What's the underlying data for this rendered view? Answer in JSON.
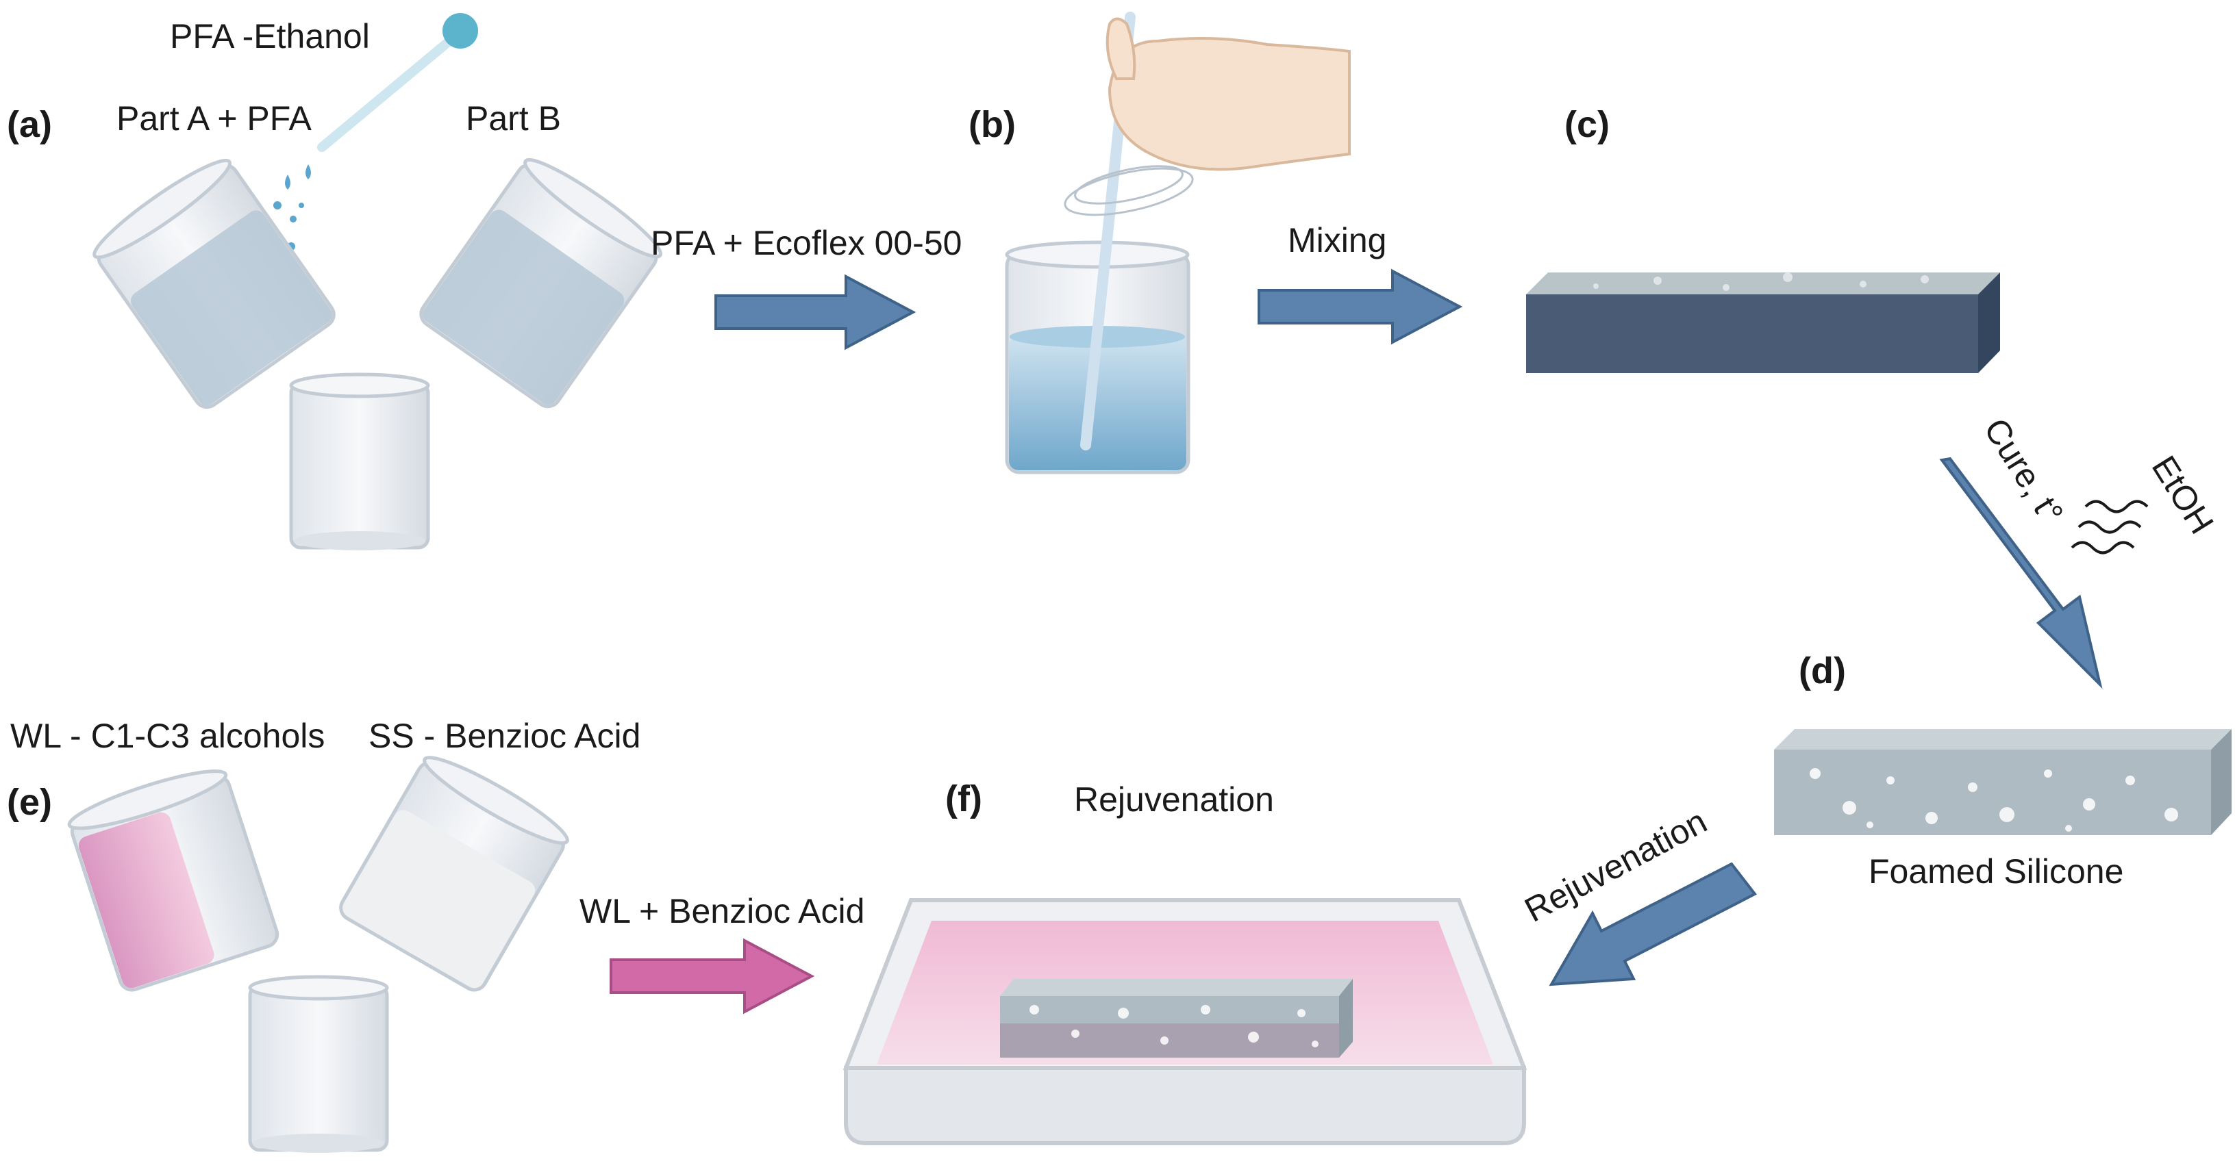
{
  "steps": {
    "a": "(a)",
    "b": "(b)",
    "c": "(c)",
    "d": "(d)",
    "e": "(e)",
    "f": "(f)"
  },
  "labels": {
    "pfa_ethanol": "PFA -Ethanol",
    "part_a_pfa": "Part A + PFA",
    "part_b": "Part B",
    "pfa_ecoflex": "PFA + Ecoflex 00-50",
    "mixing": "Mixing",
    "cure": "Cure, t°",
    "etoh": "EtOH",
    "foamed_silicone": "Foamed Silicone",
    "rejuvenation_arrow": "Rejuvenation",
    "rejuvenation_title": "Rejuvenation",
    "wl_alcohols": "WL - C1-C3 alcohols",
    "ss_benzioc": "SS - Benzioc Acid",
    "wl_benzioc": "WL + Benzioc Acid"
  },
  "colors": {
    "arrow_blue": "#5b83ad",
    "arrow_pink": "#d26aa8",
    "block_dark": "#495b75",
    "block_light": "#aebbc2",
    "liquid_blue": "#8fbdd8",
    "liquid_pink": "#e9a8cf",
    "tray_pink": "#f3c6dc",
    "dropper_cap": "#5bb3cc"
  }
}
